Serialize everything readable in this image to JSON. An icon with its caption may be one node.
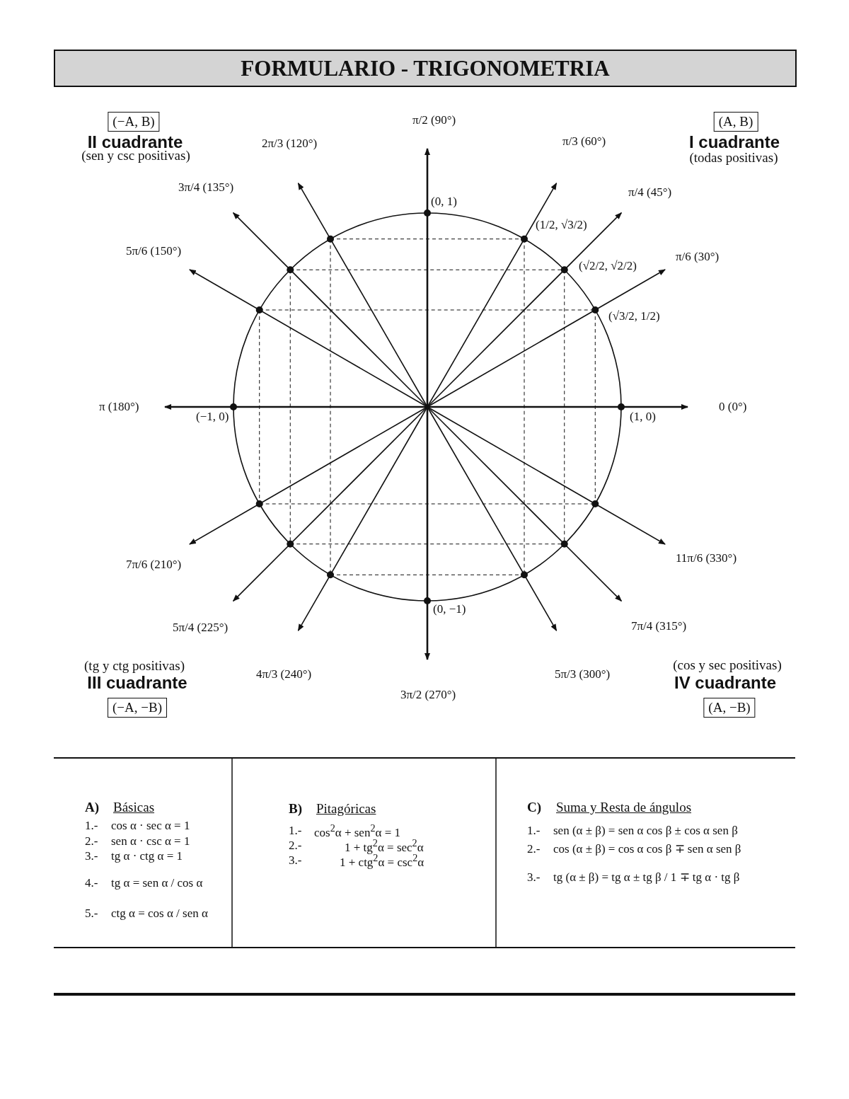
{
  "diagram": {
    "title": "FORMULARIO - TRIGONOMETRIA",
    "nodes": [
      {
        "text": [
          "(−A, B)"
        ],
        "beside": [
          "II cuadrante",
          "(sen y csc positivas)"
        ]
      },
      {
        "text": [
          "(A, B)"
        ],
        "beside": [
          "I cuadrante",
          "(todas positivas)"
        ]
      },
      {
        "text": [
          "(−A, −B)"
        ],
        "beside": [
          "(tg y ctg positivas)",
          "III cuadrante"
        ]
      },
      {
        "text": [
          "(A, −B)"
        ],
        "beside": [
          "(cos y sec positivas)",
          "IV cuadrante"
        ]
      }
    ],
    "labels": [
      "π/2 (90°)",
      "2π/3 (120°)",
      "π/3 (60°)",
      "3π/4 (135°)",
      "π/4 (45°)",
      "(0, 1)",
      "(1/2, √3/2)",
      "5π/6 (150°)",
      "(√2/2, √2/2)",
      "π/6 (30°)",
      "(√3/2, 1/2)",
      "π (180°)",
      "(−1, 0)",
      "(1, 0)",
      "0 (0°)",
      "7π/6 (210°)",
      "11π/6 (330°)",
      "(0, −1)",
      "5π/4 (225°)",
      "7π/4 (315°)",
      "4π/3 (240°)",
      "5π/3 (300°)",
      "3π/2 (270°)",
      "A)",
      "Básicas",
      "B)",
      "Pitagóricas",
      "C)",
      "Suma y Resta de ángulos",
      "1.-",
      "cos α · sec α = 1",
      "2.-",
      "sen α · csc α = 1",
      "3.-",
      "tg α · ctg α = 1",
      "4.-",
      "tg α = sen α / cos α",
      "5.-",
      "ctg α = cos α / sen α",
      "1.-",
      "cos$^{2}$α + sen$^{2}$α = 1",
      "2.-",
      "1 + tg$^{2}$α = sec$^{2}$α",
      "3.-",
      "1 + ctg$^{2}$α = csc$^{2}$α",
      "1.-",
      "sen (α ± β) = sen α cos β ± cos α sen β",
      "2.-",
      "cos (α ± β) = cos α cos β ∓ sen α sen β",
      "3.-",
      "tg (α ± β) = tg α ± tg β / 1 ∓ tg α · tg β"
    ]
  }
}
